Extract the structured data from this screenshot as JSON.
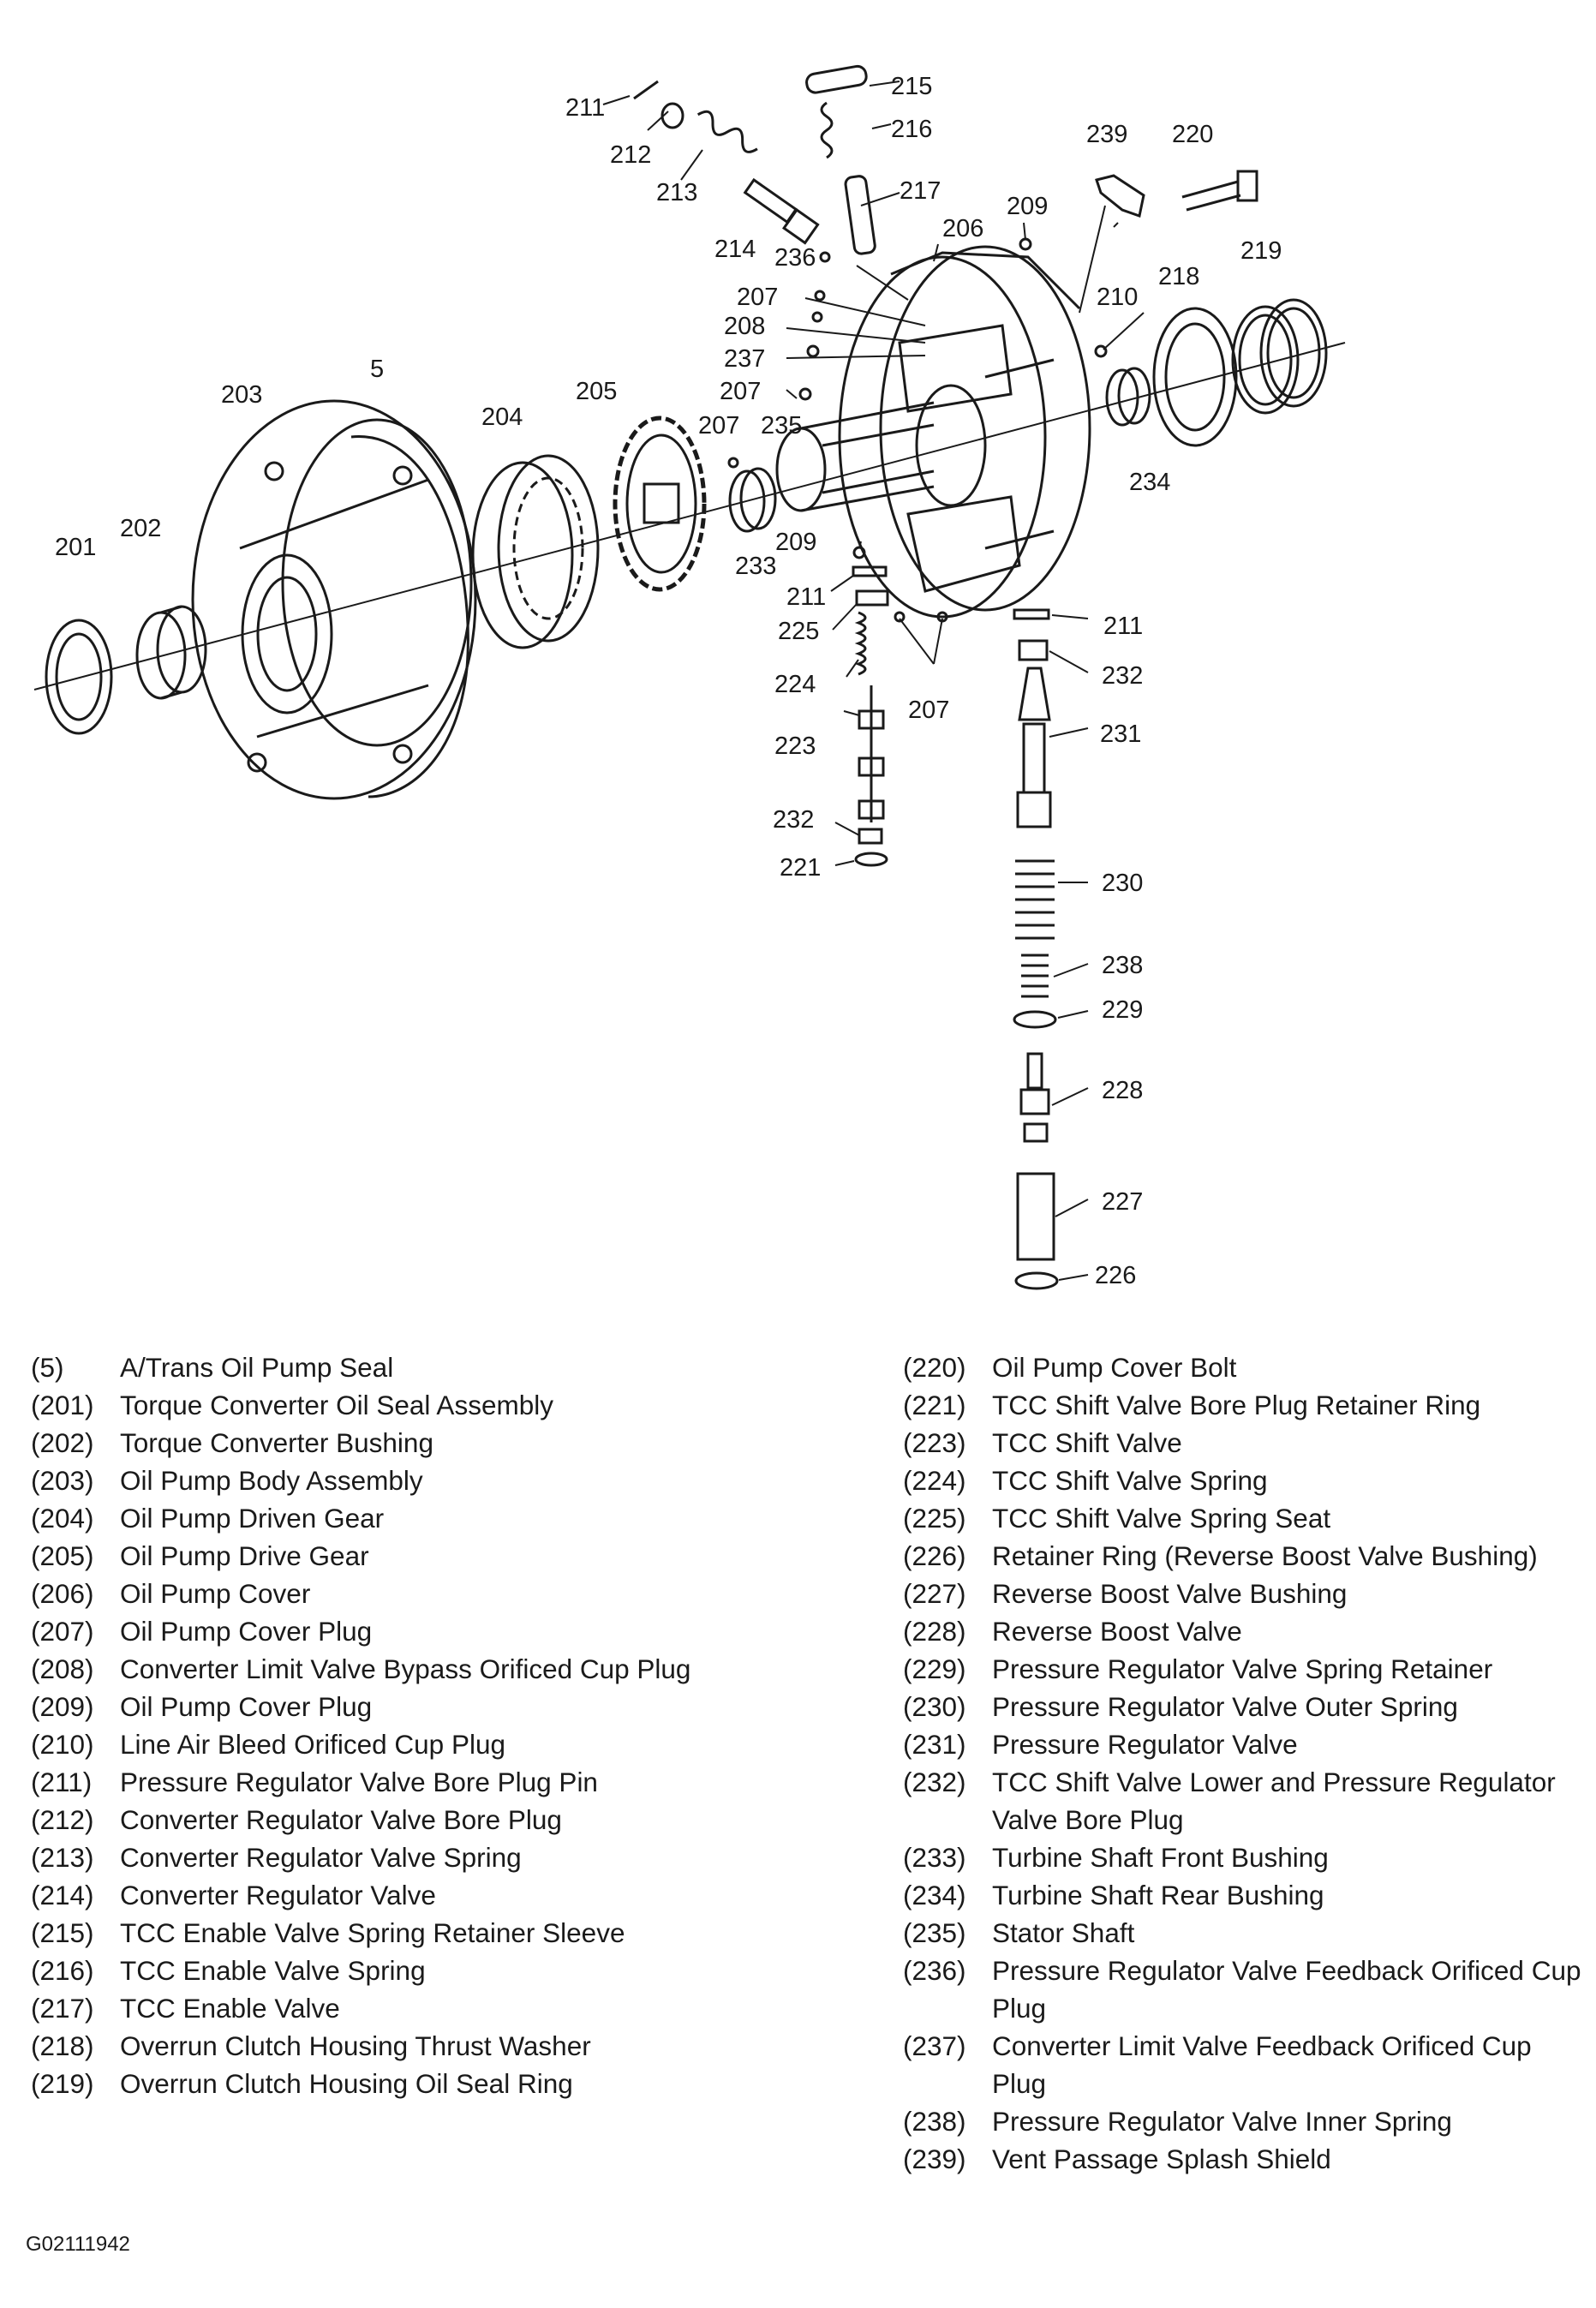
{
  "callouts": [
    {
      "id": "5",
      "text": "5"
    },
    {
      "id": "201",
      "text": "201"
    },
    {
      "id": "202",
      "text": "202"
    },
    {
      "id": "203",
      "text": "203"
    },
    {
      "id": "204",
      "text": "204"
    },
    {
      "id": "205",
      "text": "205"
    },
    {
      "id": "206",
      "text": "206"
    },
    {
      "id": "207a",
      "text": "207"
    },
    {
      "id": "207b",
      "text": "207"
    },
    {
      "id": "207c",
      "text": "207"
    },
    {
      "id": "207d",
      "text": "207"
    },
    {
      "id": "208",
      "text": "208"
    },
    {
      "id": "209a",
      "text": "209"
    },
    {
      "id": "209b",
      "text": "209"
    },
    {
      "id": "210",
      "text": "210"
    },
    {
      "id": "211a",
      "text": "211"
    },
    {
      "id": "211b",
      "text": "211"
    },
    {
      "id": "211c",
      "text": "211"
    },
    {
      "id": "212",
      "text": "212"
    },
    {
      "id": "213",
      "text": "213"
    },
    {
      "id": "214",
      "text": "214"
    },
    {
      "id": "215",
      "text": "215"
    },
    {
      "id": "216",
      "text": "216"
    },
    {
      "id": "217",
      "text": "217"
    },
    {
      "id": "218",
      "text": "218"
    },
    {
      "id": "219",
      "text": "219"
    },
    {
      "id": "220",
      "text": "220"
    },
    {
      "id": "221",
      "text": "221"
    },
    {
      "id": "223",
      "text": "223"
    },
    {
      "id": "224",
      "text": "224"
    },
    {
      "id": "225",
      "text": "225"
    },
    {
      "id": "226",
      "text": "226"
    },
    {
      "id": "227",
      "text": "227"
    },
    {
      "id": "228",
      "text": "228"
    },
    {
      "id": "229",
      "text": "229"
    },
    {
      "id": "230",
      "text": "230"
    },
    {
      "id": "231",
      "text": "231"
    },
    {
      "id": "232a",
      "text": "232"
    },
    {
      "id": "232b",
      "text": "232"
    },
    {
      "id": "233",
      "text": "233"
    },
    {
      "id": "234",
      "text": "234"
    },
    {
      "id": "235",
      "text": "235"
    },
    {
      "id": "236",
      "text": "236"
    },
    {
      "id": "237",
      "text": "237"
    },
    {
      "id": "238",
      "text": "238"
    },
    {
      "id": "239",
      "text": "239"
    }
  ],
  "legend_left": [
    {
      "num": "(5)",
      "desc": "A/Trans Oil Pump Seal"
    },
    {
      "num": "(201)",
      "desc": "Torque Converter Oil Seal Assembly"
    },
    {
      "num": "(202)",
      "desc": "Torque Converter Bushing"
    },
    {
      "num": "(203)",
      "desc": "Oil Pump Body Assembly"
    },
    {
      "num": "(204)",
      "desc": "Oil Pump Driven Gear"
    },
    {
      "num": "(205)",
      "desc": "Oil Pump Drive Gear"
    },
    {
      "num": "(206)",
      "desc": "Oil Pump Cover"
    },
    {
      "num": "(207)",
      "desc": "Oil Pump Cover Plug"
    },
    {
      "num": "(208)",
      "desc": "Converter Limit Valve Bypass Orificed Cup Plug"
    },
    {
      "num": "(209)",
      "desc": "Oil Pump Cover Plug"
    },
    {
      "num": "(210)",
      "desc": "Line Air Bleed Orificed Cup Plug"
    },
    {
      "num": "(211)",
      "desc": "Pressure Regulator Valve Bore Plug Pin"
    },
    {
      "num": "(212)",
      "desc": "Converter Regulator Valve Bore Plug"
    },
    {
      "num": "(213)",
      "desc": "Converter Regulator Valve Spring"
    },
    {
      "num": "(214)",
      "desc": "Converter Regulator Valve"
    },
    {
      "num": "(215)",
      "desc": "TCC Enable Valve Spring Retainer Sleeve"
    },
    {
      "num": "(216)",
      "desc": "TCC Enable Valve Spring"
    },
    {
      "num": "(217)",
      "desc": "TCC Enable Valve"
    },
    {
      "num": "(218)",
      "desc": "Overrun Clutch Housing Thrust Washer"
    },
    {
      "num": "(219)",
      "desc": "Overrun Clutch Housing Oil Seal Ring"
    }
  ],
  "legend_right": [
    {
      "num": "(220)",
      "desc": "Oil Pump Cover Bolt"
    },
    {
      "num": "(221)",
      "desc": "TCC Shift Valve Bore Plug Retainer Ring"
    },
    {
      "num": "(223)",
      "desc": "TCC Shift Valve"
    },
    {
      "num": "(224)",
      "desc": "TCC Shift Valve Spring"
    },
    {
      "num": "(225)",
      "desc": "TCC Shift Valve Spring Seat"
    },
    {
      "num": "(226)",
      "desc": "Retainer Ring (Reverse Boost Valve Bushing)"
    },
    {
      "num": "(227)",
      "desc": "Reverse Boost Valve Bushing"
    },
    {
      "num": "(228)",
      "desc": "Reverse Boost Valve"
    },
    {
      "num": "(229)",
      "desc": "Pressure Regulator Valve Spring Retainer"
    },
    {
      "num": "(230)",
      "desc": "Pressure Regulator Valve Outer Spring"
    },
    {
      "num": "(231)",
      "desc": "Pressure Regulator Valve"
    },
    {
      "num": "(232)",
      "desc": "TCC Shift Valve Lower and Pressure Regulator Valve Bore Plug"
    },
    {
      "num": "(233)",
      "desc": "Turbine Shaft Front Bushing"
    },
    {
      "num": "(234)",
      "desc": "Turbine Shaft Rear Bushing"
    },
    {
      "num": "(235)",
      "desc": "Stator Shaft"
    },
    {
      "num": "(236)",
      "desc": "Pressure Regulator Valve Feedback Orificed Cup Plug"
    },
    {
      "num": "(237)",
      "desc": "Converter Limit Valve Feedback Orificed Cup Plug"
    },
    {
      "num": "(238)",
      "desc": "Pressure Regulator Valve Inner Spring"
    },
    {
      "num": "(239)",
      "desc": "Vent Passage Splash Shield"
    }
  ],
  "figure_code": "G02111942"
}
